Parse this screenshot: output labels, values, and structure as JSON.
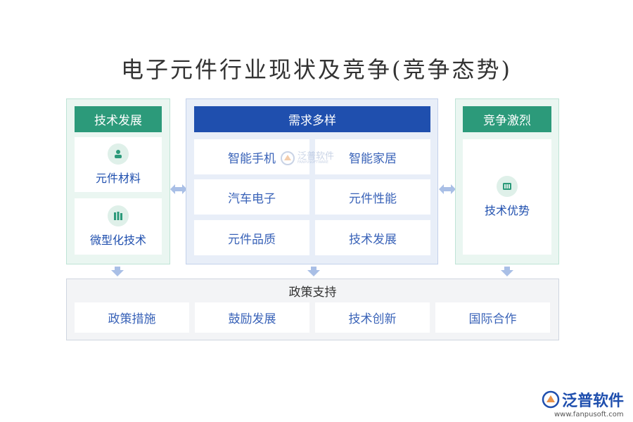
{
  "title": "电子元件行业现状及竞争(竞争态势)",
  "left": {
    "header": "技术发展",
    "cards": [
      {
        "label": "元件材料",
        "icon": "user-badge-icon"
      },
      {
        "label": "微型化技术",
        "icon": "books-icon"
      }
    ]
  },
  "center": {
    "header": "需求多样",
    "cells": [
      "智能手机",
      "智能家居",
      "汽车电子",
      "元件性能",
      "元件品质",
      "技术发展"
    ]
  },
  "right": {
    "header": "竞争激烈",
    "card": {
      "label": "技术优势",
      "icon": "film-strip-icon"
    }
  },
  "bottom": {
    "header": "政策支持",
    "cells": [
      "政策措施",
      "鼓励发展",
      "技术创新",
      "国际合作"
    ]
  },
  "watermark": {
    "text": "泛普软件",
    "sub": "FANPUSOFTWARE"
  },
  "logo": {
    "text": "泛普软件",
    "url": "www.fanpusoft.com"
  },
  "colors": {
    "green": "#2c9a7a",
    "blue": "#1f4fae",
    "arrow": "#a9bfe6"
  }
}
